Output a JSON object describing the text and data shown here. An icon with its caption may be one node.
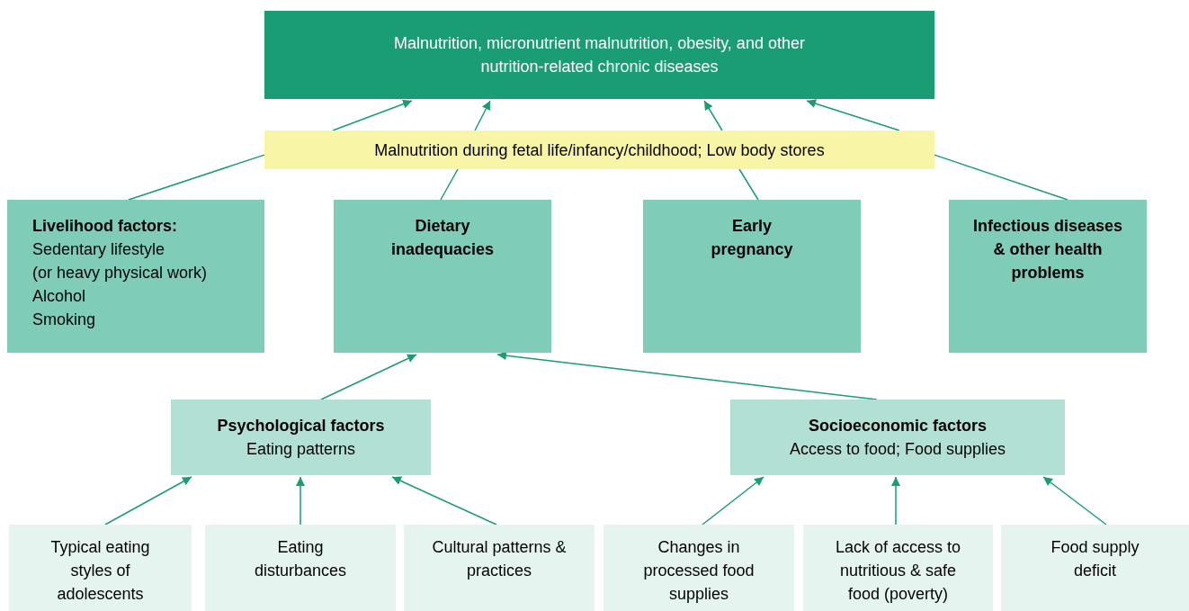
{
  "diagram": {
    "nodes": [
      {
        "text": [
          "Malnutrition, micronutrient malnutrition, obesity, and other nutrition-related chronic diseases"
        ]
      },
      {
        "text": [
          "Malnutrition during fetal life/infancy/childhood; Low body stores"
        ]
      },
      {
        "text": [
          "Livelihood factors:",
          "Sedentary lifestyle",
          "(or heavy physical work)",
          "Alcohol",
          "Smoking"
        ]
      },
      {
        "text": [
          "Dietary inadequacies"
        ]
      },
      {
        "text": [
          "Early pregnancy"
        ]
      },
      {
        "text": [
          "Infectious diseases & other health problems"
        ]
      },
      {
        "text": [
          "Psychological factors",
          "Eating patterns"
        ]
      },
      {
        "text": [
          "Socioeconomic factors",
          "Access to food; Food supplies"
        ]
      },
      {
        "text": [
          "Typical eating styles of adolescents"
        ]
      },
      {
        "text": [
          "Eating disturbances"
        ]
      },
      {
        "text": [
          "Cultural patterns & practices"
        ]
      },
      {
        "text": [
          "Changes in processed food supplies"
        ]
      },
      {
        "text": [
          "Lack of access to nutritious & safe food (poverty)"
        ]
      },
      {
        "text": [
          "Food supply deficit"
        ]
      }
    ],
    "edges": [
      {
        "from": 2,
        "to": 1,
        "arrow": "none"
      },
      {
        "from": 3,
        "to": 1,
        "arrow": "none"
      },
      {
        "from": 4,
        "to": 1,
        "arrow": "none"
      },
      {
        "from": 5,
        "to": 1,
        "arrow": "none"
      },
      {
        "from": 1,
        "to": 0,
        "arrow": "to"
      },
      {
        "from": 1,
        "to": 0,
        "arrow": "to"
      },
      {
        "from": 1,
        "to": 0,
        "arrow": "to"
      },
      {
        "from": 1,
        "to": 0,
        "arrow": "to"
      },
      {
        "from": 6,
        "to": 3,
        "arrow": "to"
      },
      {
        "from": 7,
        "to": 3,
        "arrow": "to"
      },
      {
        "from": 8,
        "to": 6,
        "arrow": "to"
      },
      {
        "from": 9,
        "to": 6,
        "arrow": "to"
      },
      {
        "from": 10,
        "to": 6,
        "arrow": "to"
      },
      {
        "from": 11,
        "to": 7,
        "arrow": "to"
      },
      {
        "from": 12,
        "to": 7,
        "arrow": "to"
      },
      {
        "from": 13,
        "to": 7,
        "arrow": "to"
      }
    ]
  }
}
